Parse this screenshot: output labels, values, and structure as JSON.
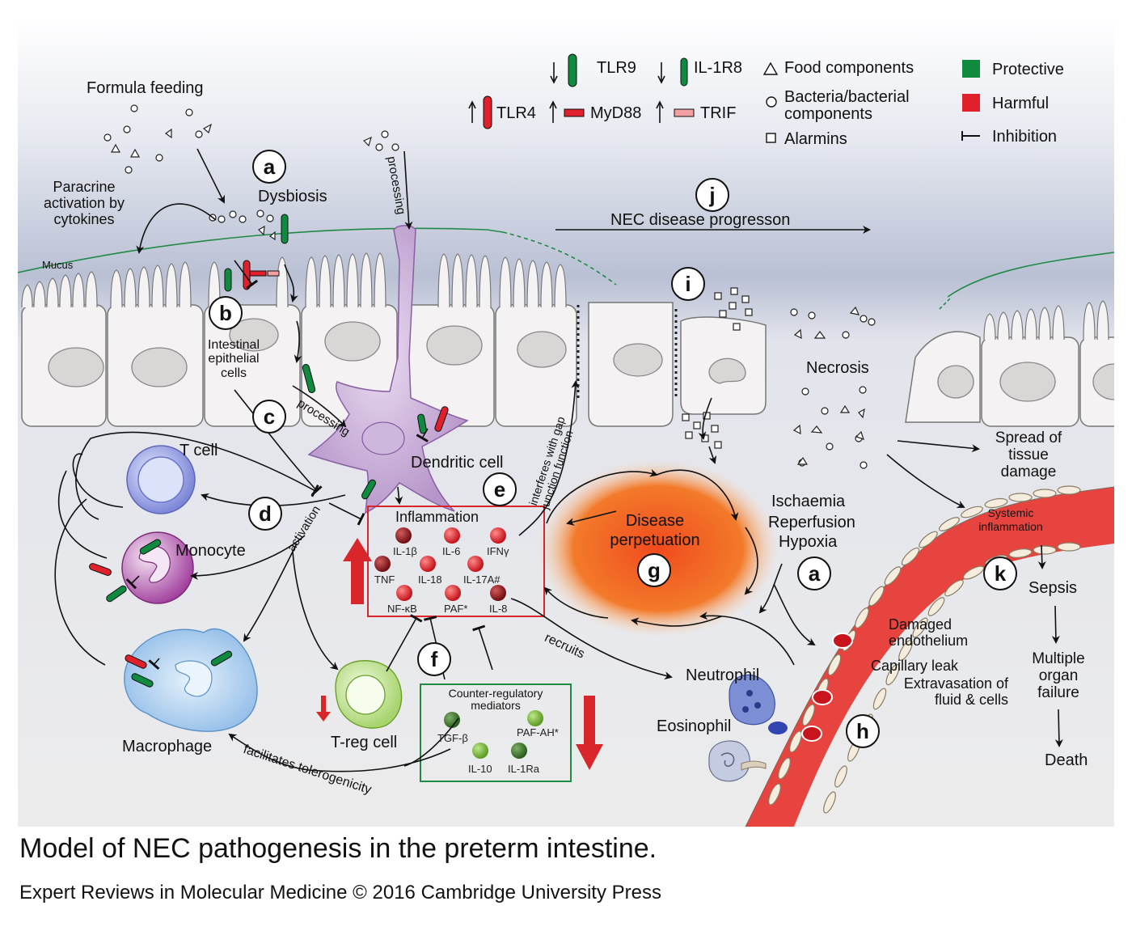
{
  "legend": {
    "tlr9": "TLR9",
    "il1r8": "IL-1R8",
    "tlr4": "TLR4",
    "myd88": "MyD88",
    "trif": "TRIF",
    "food": "Food components",
    "bacteria": "Bacteria/bacterial components",
    "alarmins": "Alarmins",
    "protective": "Protective",
    "harmful": "Harmful",
    "inhibition": "Inhibition",
    "colors": {
      "protective": "#0f8a3e",
      "harmful": "#e0202a"
    }
  },
  "labels": {
    "formula_feeding": "Formula feeding",
    "paracrine": "Paracrine activation by cytokines",
    "dysbiosis": "Dysbiosis",
    "mucus": "Mucus",
    "processing_top": "processing",
    "processing_left": "processing",
    "nec_progression": "NEC disease progresson",
    "intestinal_epithelial": "Intestinal epithelial cells",
    "necrosis": "Necrosis",
    "t_cell": "T cell",
    "dendritic_cell": "Dendritic cell",
    "monocyte": "Monocyte",
    "activation": "activation",
    "macrophage": "Macrophage",
    "inflammation": "Inflammation",
    "interferes": "interferes with gap junction function",
    "disease_perpetuation": "Disease perpetuation",
    "spread": "Spread of tissue damage",
    "ischaemia": "Ischaemia",
    "reperfusion": "Reperfusion",
    "hypoxia": "Hypoxia",
    "systemic_inflammation": "Systemic inflammation",
    "sepsis": "Sepsis",
    "multiple_organ": "Multiple organ failure",
    "death": "Death",
    "damaged_endothelium": "Damaged endothelium",
    "capillary_leak": "Capillary leak",
    "extravasation": "Extravasation of fluid & cells",
    "recruits": "recruits",
    "neutrophil": "Neutrophil",
    "eosinophil": "Eosinophil",
    "treg": "T-reg cell",
    "counter_regulatory": "Counter-regulatory mediators",
    "facilitates": "facilitates tolerogenicity"
  },
  "panel_letters": {
    "a1": "a",
    "a2": "a",
    "b": "b",
    "c": "c",
    "d": "d",
    "e": "e",
    "f": "f",
    "g": "g",
    "h": "h",
    "i": "i",
    "j": "j",
    "k": "k"
  },
  "inflammation_cytokines": [
    "IL-1β",
    "IL-6",
    "IFNγ",
    "TNF",
    "IL-18",
    "IL-17A#",
    "NF-κB",
    "PAF*",
    "IL-8"
  ],
  "counter_mediators": [
    "TGF-β",
    "PAF-AH*",
    "IL-10",
    "IL-1Ra"
  ],
  "caption": "Model of NEC pathogenesis in the preterm intestine.",
  "credit": "Expert Reviews in Molecular Medicine © 2016 Cambridge University Press"
}
